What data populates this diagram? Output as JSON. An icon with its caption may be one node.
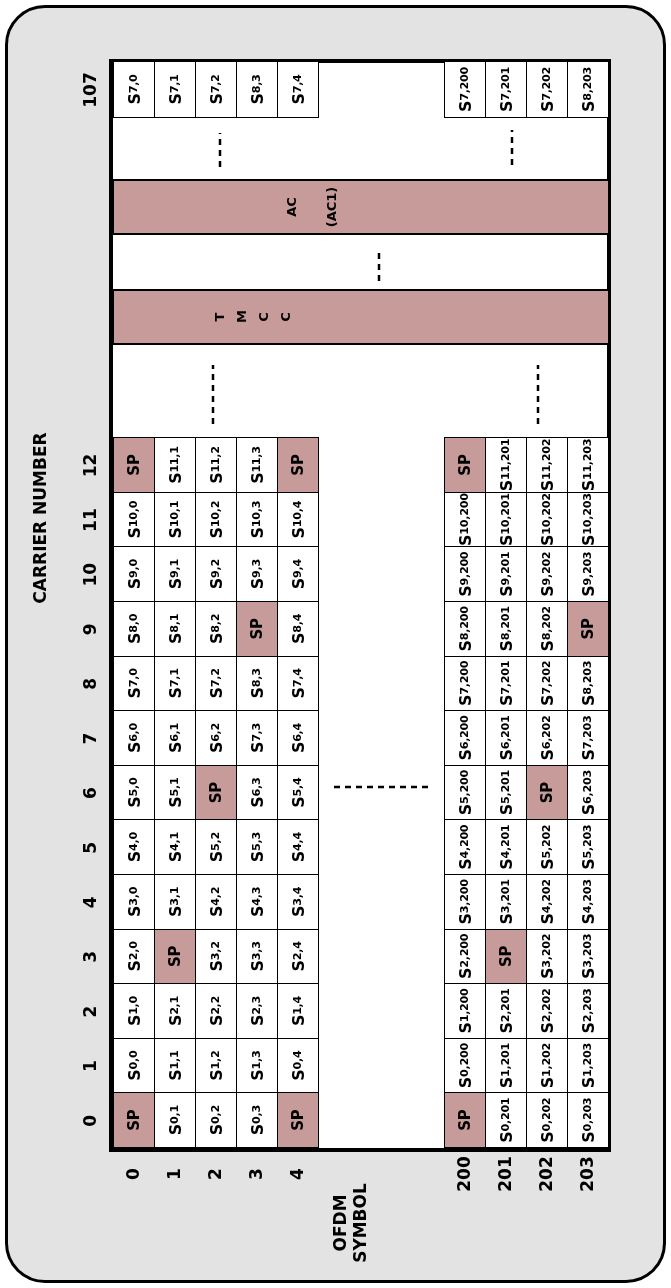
{
  "diagram": {
    "nodes": [
      {
        "text": [
          "TMCC"
        ]
      },
      {
        "text": [
          "AC",
          "(AC1)"
        ]
      }
    ],
    "labels": [
      "CARRIER NUMBER",
      "0",
      "1",
      "2",
      "3",
      "4",
      "5",
      "6",
      "7",
      "8",
      "9",
      "10",
      "11",
      "12",
      "107",
      "0",
      "SP",
      "S$_{0,0}$",
      "S$_{1,0}$",
      "S$_{2,0}$",
      "S$_{3,0}$",
      "S$_{4,0}$",
      "S$_{5,0}$",
      "S$_{6,0}$",
      "S$_{7,0}$",
      "S$_{8,0}$",
      "S$_{9,0}$",
      "S$_{10,0}$",
      "SP",
      "S$_{7,0}$",
      "1",
      "S$_{0,1}$",
      "S$_{1,1}$",
      "S$_{2,1}$",
      "SP",
      "S$_{3,1}$",
      "S$_{4,1}$",
      "S$_{5,1}$",
      "S$_{6,1}$",
      "S$_{7,1}$",
      "S$_{8,1}$",
      "S$_{9,1}$",
      "S$_{10,1}$",
      "S$_{11,1}$",
      "S$_{7,1}$",
      "2",
      "S$_{0,2}$",
      "S$_{1,2}$",
      "S$_{2,2}$",
      "S$_{3,2}$",
      "S$_{4,2}$",
      "S$_{5,2}$",
      "SP",
      "S$_{6,2}$",
      "S$_{7,2}$",
      "S$_{8,2}$",
      "S$_{9,2}$",
      "S$_{10,2}$",
      "S$_{11,2}$",
      "S$_{7,2}$",
      "3",
      "S$_{0,3}$",
      "S$_{1,3}$",
      "S$_{2,3}$",
      "S$_{3,3}$",
      "S$_{4,3}$",
      "S$_{5,3}$",
      "S$_{6,3}$",
      "S$_{7,3}$",
      "S$_{8,3}$",
      "SP",
      "S$_{9,3}$",
      "S$_{10,3}$",
      "S$_{11,3}$",
      "S$_{8,3}$",
      "4",
      "SP",
      "S$_{0,4}$",
      "S$_{1,4}$",
      "S$_{2,4}$",
      "S$_{3,4}$",
      "S$_{4,4}$",
      "S$_{5,4}$",
      "S$_{6,4}$",
      "S$_{7,4}$",
      "S$_{8,4}$",
      "S$_{9,4}$",
      "S$_{10,4}$",
      "SP",
      "S$_{7,4}$",
      "OFDM SYMBOL",
      "200",
      "SP",
      "S$_{0,200}$",
      "S$_{1,200}$",
      "S$_{2,200}$",
      "S$_{3,200}$",
      "S$_{4,200}$",
      "S$_{5,200}$",
      "S$_{6,200}$",
      "S$_{7,200}$",
      "S$_{8,200}$",
      "S$_{9,200}$",
      "S$_{10,200}$",
      "SP",
      "S$_{7,200}$",
      "201",
      "S$_{0,201}$",
      "S$_{1,201}$",
      "S$_{2,201}$",
      "SP",
      "S$_{3,201}$",
      "S$_{4,201}$",
      "S$_{5,201}$",
      "S$_{6,201}$",
      "S$_{7,201}$",
      "S$_{8,201}$",
      "S$_{9,201}$",
      "S$_{10,201}$",
      "S$_{11,201}$",
      "S$_{7,201}$",
      "202",
      "S$_{0,202}$",
      "S$_{1,202}$",
      "S$_{2,202}$",
      "S$_{3,202}$",
      "S$_{4,202}$",
      "S$_{5,202}$",
      "SP",
      "S$_{6,202}$",
      "S$_{7,202}$",
      "S$_{8,202}$",
      "S$_{9,202}$",
      "S$_{10,202}$",
      "S$_{11,202}$",
      "S$_{7,202}$",
      "203",
      "S$_{0,203}$",
      "S$_{1,203}$",
      "S$_{2,203}$",
      "S$_{3,203}$",
      "S$_{4,203}$",
      "S$_{5,203}$",
      "S$_{6,203}$",
      "S$_{7,203}$",
      "S$_{8,203}$",
      "SP",
      "S$_{9,203}$",
      "S$_{10,203}$",
      "S$_{11,203}$",
      "S$_{8,203}$"
    ]
  }
}
